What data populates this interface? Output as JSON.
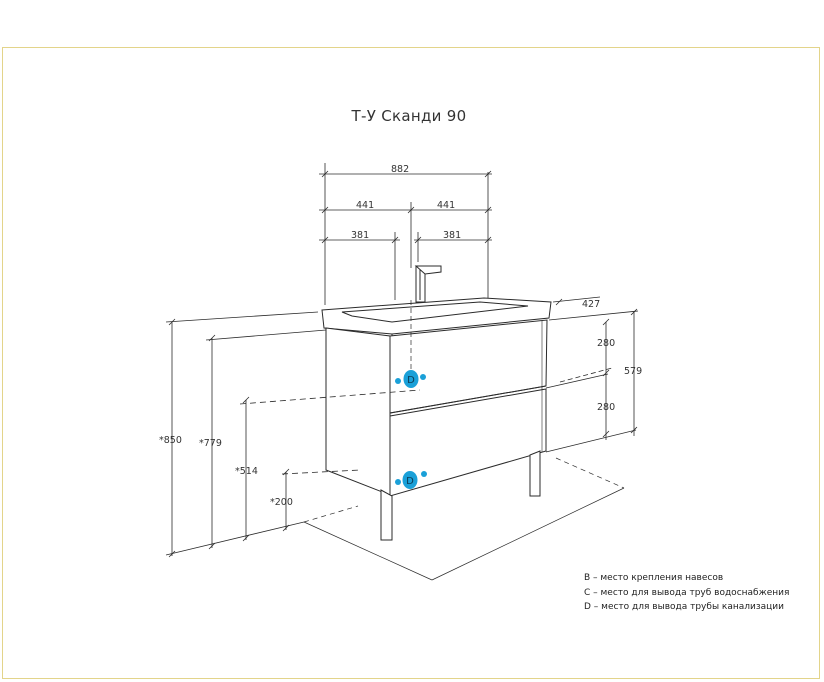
{
  "title": "Т-У Сканди 90",
  "dimensions": {
    "width_total": "882",
    "half_left": "441",
    "half_right": "441",
    "offset_left": "381",
    "offset_right": "381",
    "depth": "427",
    "drawer_top": "280",
    "drawer_bottom": "280",
    "body_height": "579",
    "total_height": "*850",
    "h779": "*779",
    "h514": "*514",
    "h200": "*200"
  },
  "markers": {
    "d_upper": "D",
    "d_lower": "D"
  },
  "legend": [
    "B – место крепления навесов",
    "C – место для вывода труб водоснабжения",
    "D – место для вывода трубы канализации"
  ],
  "colors": {
    "line": "#2b2b2b",
    "marker": "#1aa0d8",
    "frame": "#e3d48a"
  }
}
